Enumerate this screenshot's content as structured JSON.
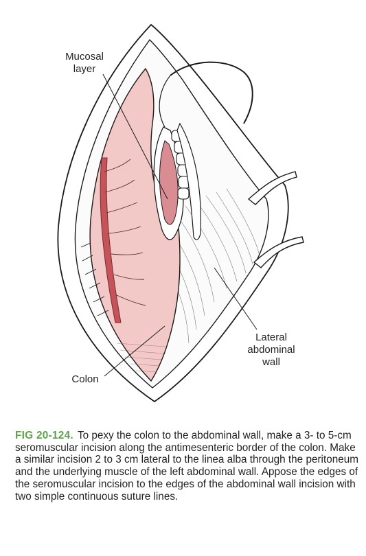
{
  "figure": {
    "labels": {
      "mucosal_line1": "Mucosal",
      "mucosal_line2": "layer",
      "lateral_line1": "Lateral",
      "lateral_line2": "abdominal",
      "lateral_line3": "wall",
      "colon": "Colon"
    },
    "colors": {
      "colon_fill": "#f2c9c7",
      "vessel": "#c4545a",
      "mucosa": "#d98d92",
      "outline": "#1a1a1a",
      "caption_label": "#5aa34a"
    }
  },
  "caption": {
    "label": "FIG 20-124.",
    "text": "To pexy the colon to the abdominal wall, make a 3- to 5-cm seromuscular incision along the antimesenteric border of the colon. Make a similar incision 2 to 3 cm lateral to the linea alba through the peritoneum and the underlying muscle of the left abdominal wall. Appose the edges of the seromuscular incision to the edges of the abdominal wall incision with two simple continuous suture lines."
  }
}
